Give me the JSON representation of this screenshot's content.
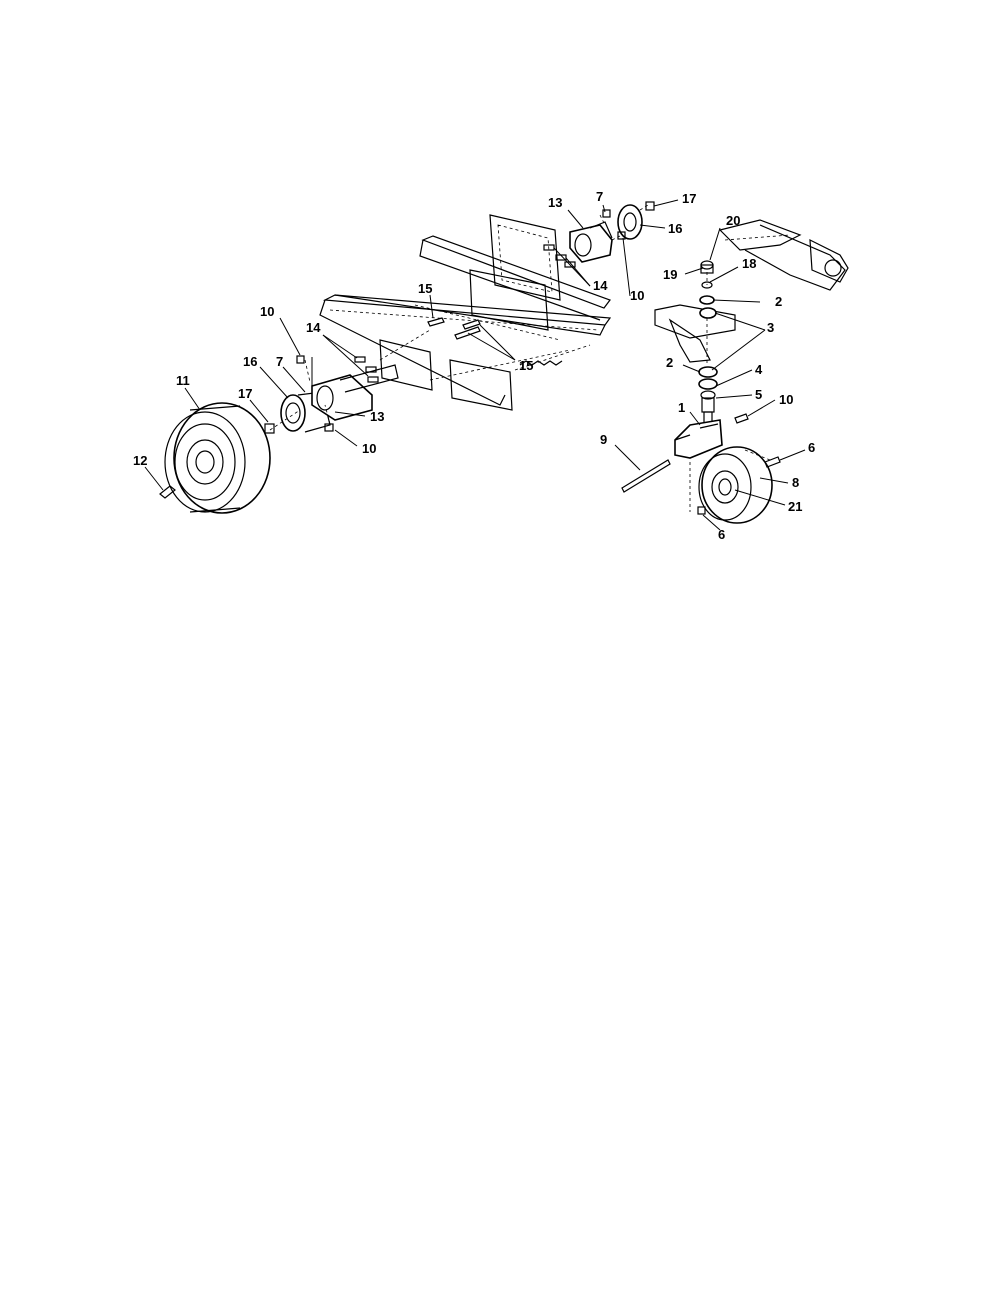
{
  "diagram": {
    "labels": {
      "l1": "1",
      "l2a": "2",
      "l2b": "2",
      "l3": "3",
      "l4": "4",
      "l5": "5",
      "l6a": "6",
      "l6b": "6",
      "l7a": "7",
      "l7b": "7",
      "l8": "8",
      "l9": "9",
      "l10a": "10",
      "l10b": "10",
      "l10c": "10",
      "l10d": "10",
      "l11": "11",
      "l12": "12",
      "l13a": "13",
      "l13b": "13",
      "l14a": "14",
      "l14b": "14",
      "l15a": "15",
      "l15b": "15",
      "l16a": "16",
      "l16b": "16",
      "l17a": "17",
      "l17b": "17",
      "l18": "18",
      "l19": "19",
      "l20": "20",
      "l21": "21"
    }
  }
}
